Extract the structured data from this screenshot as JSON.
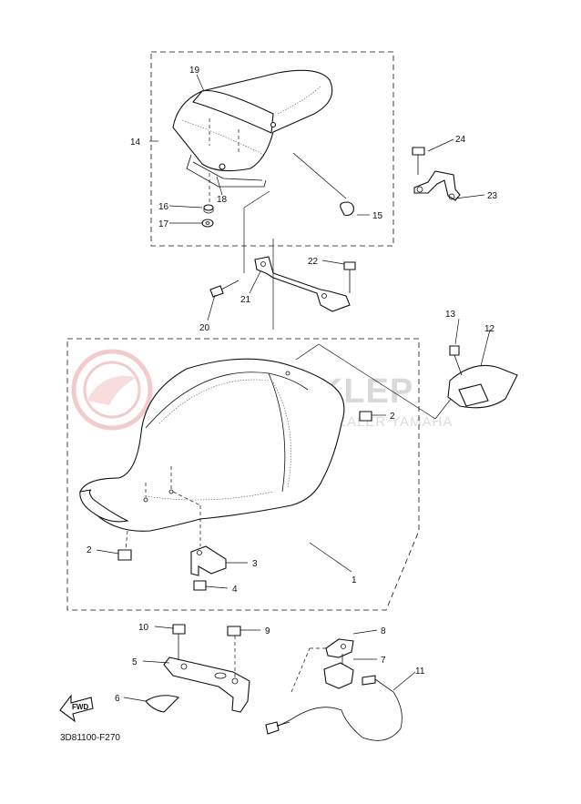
{
  "diagram": {
    "code": "3D81100-F270",
    "fwd_label": "FWD",
    "watermark": {
      "title": "YAMA SKLEP",
      "subtitle": "WOJCIECHOWICZ | DEALER YAMAHA",
      "color": "#e9a3a3"
    },
    "labels": [
      "1",
      "2",
      "2",
      "3",
      "4",
      "5",
      "6",
      "7",
      "8",
      "9",
      "10",
      "11",
      "12",
      "13",
      "14",
      "15",
      "16",
      "17",
      "18",
      "19",
      "20",
      "21",
      "22",
      "23",
      "24"
    ]
  }
}
